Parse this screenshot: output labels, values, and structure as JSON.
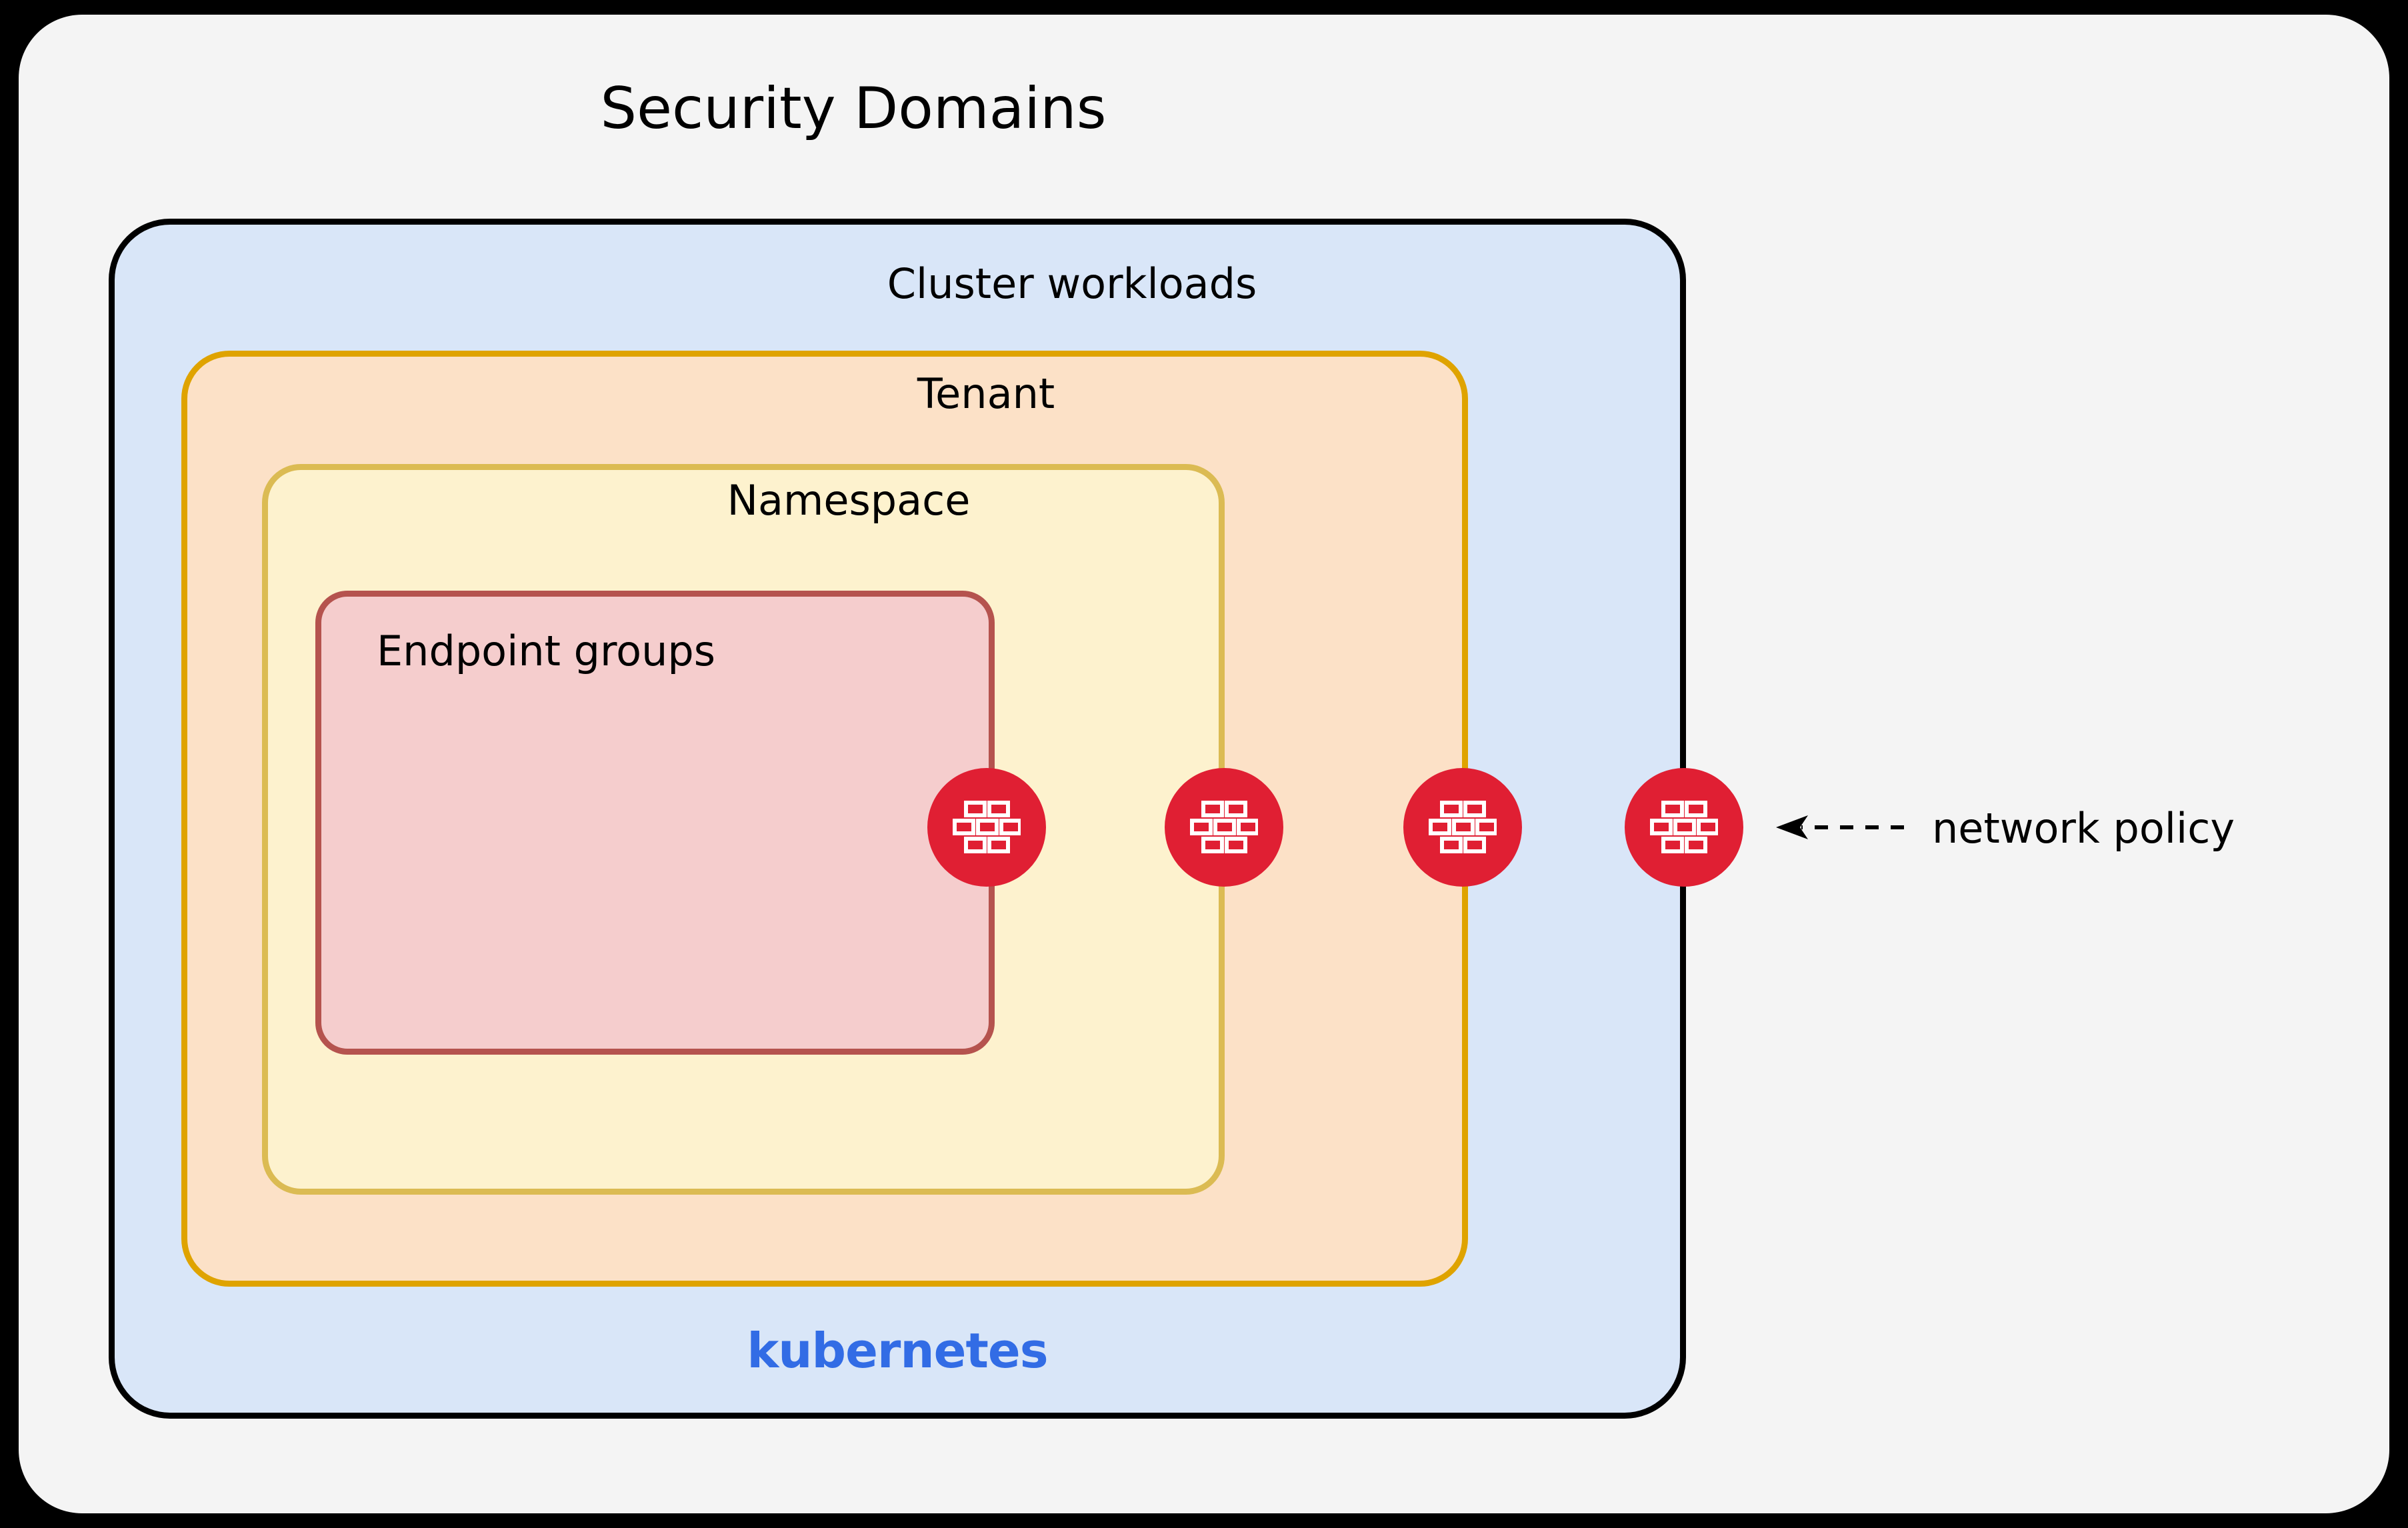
{
  "title": "Security Domains",
  "colors": {
    "page_background": "#000000",
    "panel_background": "#f4f4f4",
    "cluster_fill": "#d9e6f8",
    "cluster_border": "#000000",
    "tenant_fill": "#fce1c7",
    "tenant_border": "#dfa300",
    "namespace_fill": "#fdf2ce",
    "namespace_border": "#dbbb53",
    "endpoint_fill": "#f5cdcd",
    "endpoint_border": "#b5534e",
    "firewall_badge": "#e01f33",
    "firewall_brick": "#ffffff",
    "kubernetes_blue": "#326ce5",
    "text": "#000000"
  },
  "boxes": {
    "cluster": {
      "label": "Cluster workloads"
    },
    "tenant": {
      "label": "Tenant"
    },
    "namespace": {
      "label": "Namespace"
    },
    "endpoint": {
      "label": "Endpoint groups"
    }
  },
  "kubernetes": {
    "wordmark": "kubernetes"
  },
  "firewalls": [
    {
      "icon": "firewall-brick-icon",
      "boundary": "endpoint-groups"
    },
    {
      "icon": "firewall-brick-icon",
      "boundary": "namespace"
    },
    {
      "icon": "firewall-brick-icon",
      "boundary": "tenant"
    },
    {
      "icon": "firewall-brick-icon",
      "boundary": "cluster-workloads"
    }
  ],
  "annotation": {
    "label": "network policy",
    "arrow": "dashed-arrow-left-icon"
  }
}
